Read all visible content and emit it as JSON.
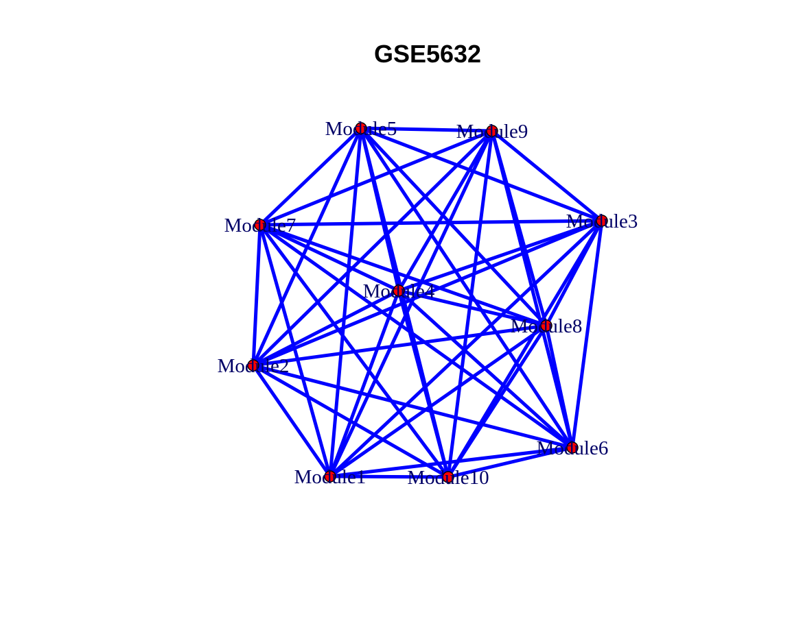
{
  "title": "GSE5632",
  "colors": {
    "edge": "#0000ff",
    "node_fill": "#ff0000",
    "node_stroke": "#000000",
    "label": "#000066",
    "title": "#000000"
  },
  "nodes": [
    {
      "id": "Module1",
      "label": "Module1"
    },
    {
      "id": "Module2",
      "label": "Module2"
    },
    {
      "id": "Module3",
      "label": "Module3"
    },
    {
      "id": "Module4",
      "label": "Module4"
    },
    {
      "id": "Module5",
      "label": "Module5"
    },
    {
      "id": "Module6",
      "label": "Module6"
    },
    {
      "id": "Module7",
      "label": "Module7"
    },
    {
      "id": "Module8",
      "label": "Module8"
    },
    {
      "id": "Module9",
      "label": "Module9"
    },
    {
      "id": "Module10",
      "label": "Module10"
    }
  ],
  "edges": [
    [
      "Module5",
      "Module9"
    ],
    [
      "Module5",
      "Module7"
    ],
    [
      "Module5",
      "Module3"
    ],
    [
      "Module5",
      "Module4"
    ],
    [
      "Module5",
      "Module8"
    ],
    [
      "Module5",
      "Module2"
    ],
    [
      "Module5",
      "Module1"
    ],
    [
      "Module5",
      "Module10"
    ],
    [
      "Module5",
      "Module6"
    ],
    [
      "Module9",
      "Module7"
    ],
    [
      "Module9",
      "Module3"
    ],
    [
      "Module9",
      "Module4"
    ],
    [
      "Module9",
      "Module8"
    ],
    [
      "Module9",
      "Module2"
    ],
    [
      "Module9",
      "Module1"
    ],
    [
      "Module9",
      "Module10"
    ],
    [
      "Module9",
      "Module6"
    ],
    [
      "Module7",
      "Module3"
    ],
    [
      "Module7",
      "Module4"
    ],
    [
      "Module7",
      "Module8"
    ],
    [
      "Module7",
      "Module2"
    ],
    [
      "Module7",
      "Module1"
    ],
    [
      "Module7",
      "Module10"
    ],
    [
      "Module7",
      "Module6"
    ],
    [
      "Module3",
      "Module4"
    ],
    [
      "Module3",
      "Module8"
    ],
    [
      "Module3",
      "Module2"
    ],
    [
      "Module3",
      "Module1"
    ],
    [
      "Module3",
      "Module10"
    ],
    [
      "Module3",
      "Module6"
    ],
    [
      "Module4",
      "Module8"
    ],
    [
      "Module4",
      "Module2"
    ],
    [
      "Module4",
      "Module1"
    ],
    [
      "Module4",
      "Module10"
    ],
    [
      "Module4",
      "Module6"
    ],
    [
      "Module8",
      "Module2"
    ],
    [
      "Module8",
      "Module1"
    ],
    [
      "Module8",
      "Module10"
    ],
    [
      "Module8",
      "Module6"
    ],
    [
      "Module2",
      "Module1"
    ],
    [
      "Module2",
      "Module10"
    ],
    [
      "Module2",
      "Module6"
    ],
    [
      "Module1",
      "Module10"
    ],
    [
      "Module1",
      "Module6"
    ],
    [
      "Module10",
      "Module6"
    ]
  ]
}
